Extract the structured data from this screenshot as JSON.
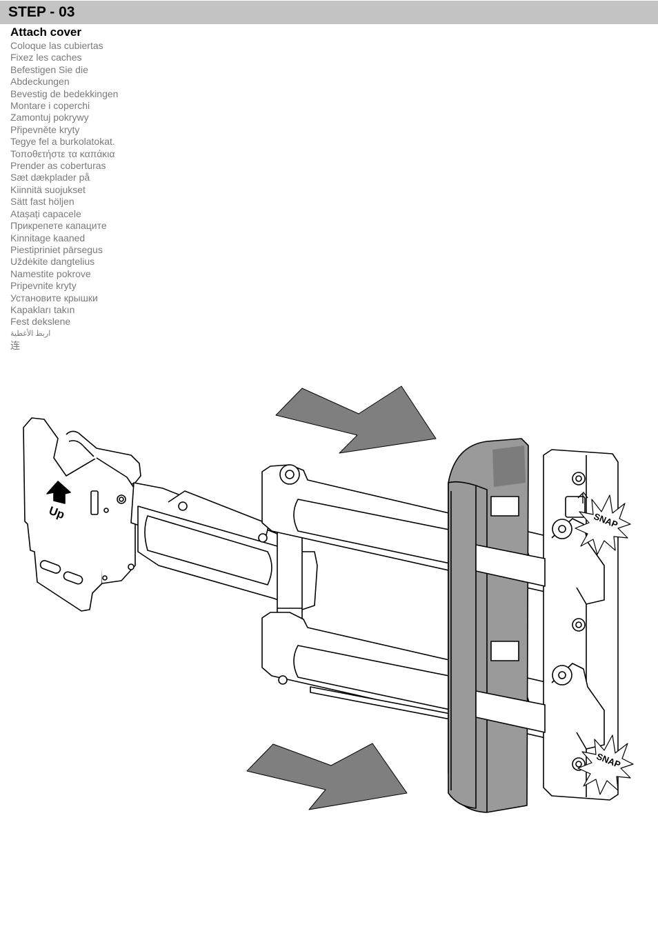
{
  "header": {
    "title": "STEP - 03"
  },
  "subtitle": "Attach cover",
  "translations": [
    "Coloque las cubiertas",
    "Fixez les caches",
    "Befestigen Sie die",
    "Abdeckungen",
    "Bevestig de bedekkingen",
    "Montare i coperchi",
    "Zamontuj pokrywy",
    "Připevněte kryty",
    "Tegye fel a burkolatokat.",
    "Τοποθετήστε τα καπάκια",
    "Prender as coberturas",
    "Sæt dækplader på",
    "Kiinnitä suojukset",
    "Sätt fast höljen",
    "Atașați capacele",
    "Прикрепете капаците",
    "Kinnitage kaaned",
    "Piestipriniet pārsegus",
    "Uždėkite dangtelius",
    "Namestite pokrove",
    "Pripevnite kryty",
    "Установите крышки",
    "Kapakları takın",
    "Fest dekslene",
    "اربط الأغطية",
    "连"
  ],
  "illustration": {
    "up_label": "Up",
    "snap_label": "SNAP",
    "colors": {
      "arrow": "#7f7f7f",
      "cover": "#9a9a9a",
      "line": "#000000"
    }
  }
}
